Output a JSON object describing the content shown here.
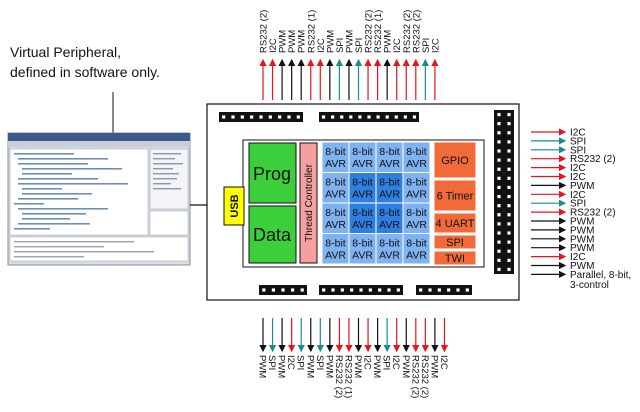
{
  "annotation": {
    "line1": "Virtual Peripheral,",
    "line2": "defined in software only."
  },
  "board": {
    "usb_label": "USB",
    "prog_label": "Prog",
    "data_label": "Data",
    "thread_controller_label": "Thread Controller",
    "avr_cells": [
      {
        "top": "8-bit",
        "bottom": "AVR",
        "shade": "light"
      },
      {
        "top": "8-bit",
        "bottom": "AVR",
        "shade": "light"
      },
      {
        "top": "8-bit",
        "bottom": "AVR",
        "shade": "light"
      },
      {
        "top": "8-bit",
        "bottom": "AVR",
        "shade": "light"
      },
      {
        "top": "8-bit",
        "bottom": "AVR",
        "shade": "light"
      },
      {
        "top": "8-bit",
        "bottom": "AVR",
        "shade": "dark"
      },
      {
        "top": "8-bit",
        "bottom": "AVR",
        "shade": "dark"
      },
      {
        "top": "8-bit",
        "bottom": "AVR",
        "shade": "light"
      },
      {
        "top": "8-bit",
        "bottom": "AVR",
        "shade": "light"
      },
      {
        "top": "8-bit",
        "bottom": "AVR",
        "shade": "dark"
      },
      {
        "top": "8-bit",
        "bottom": "AVR",
        "shade": "dark"
      },
      {
        "top": "8-bit",
        "bottom": "AVR",
        "shade": "light"
      },
      {
        "top": "8-bit",
        "bottom": "AVR",
        "shade": "light"
      },
      {
        "top": "8-bit",
        "bottom": "AVR",
        "shade": "light"
      },
      {
        "top": "8-bit",
        "bottom": "AVR",
        "shade": "light"
      },
      {
        "top": "8-bit",
        "bottom": "AVR",
        "shade": "light"
      }
    ],
    "peripherals": [
      "GPIO",
      "6 Timer",
      "4 UART",
      "SPI",
      "TWI"
    ]
  },
  "top_pins": [
    {
      "label": "RS232 (2)",
      "color": "red"
    },
    {
      "label": "I2C",
      "color": "red"
    },
    {
      "label": "PWM",
      "color": "black"
    },
    {
      "label": "PWM",
      "color": "black"
    },
    {
      "label": "PWM",
      "color": "black"
    },
    {
      "label": "RS232 (1)",
      "color": "red"
    },
    {
      "label": "I2C",
      "color": "red"
    },
    {
      "label": "PWM",
      "color": "black"
    },
    {
      "label": "SPI",
      "color": "teal"
    },
    {
      "label": "PWM",
      "color": "black"
    },
    {
      "label": "SPI",
      "color": "teal"
    },
    {
      "label": "RS232 (2)",
      "color": "red"
    },
    {
      "label": "RS232 (1)",
      "color": "red"
    },
    {
      "label": "PWM",
      "color": "black"
    },
    {
      "label": "I2C",
      "color": "red"
    },
    {
      "label": "RS232 (2)",
      "color": "red"
    },
    {
      "label": "RS232 (2)",
      "color": "red"
    },
    {
      "label": "SPI",
      "color": "teal"
    },
    {
      "label": "I2C",
      "color": "red"
    }
  ],
  "right_pins": [
    {
      "label": "I2C",
      "color": "red"
    },
    {
      "label": "SPI",
      "color": "teal"
    },
    {
      "label": "SPI",
      "color": "teal"
    },
    {
      "label": "RS232 (2)",
      "color": "red"
    },
    {
      "label": "I2C",
      "color": "red"
    },
    {
      "label": "I2C",
      "color": "red"
    },
    {
      "label": "PWM",
      "color": "black"
    },
    {
      "label": "I2C",
      "color": "red"
    },
    {
      "label": "SPI",
      "color": "teal"
    },
    {
      "label": "RS232 (2)",
      "color": "red"
    },
    {
      "label": "PWM",
      "color": "black"
    },
    {
      "label": "PWM",
      "color": "black"
    },
    {
      "label": "PWM",
      "color": "black"
    },
    {
      "label": "PWM",
      "color": "black"
    },
    {
      "label": "I2C",
      "color": "red"
    },
    {
      "label": "PWM",
      "color": "black"
    },
    {
      "label": "Parallel, 8-bit,",
      "color": "black"
    }
  ],
  "right_pins_extra_line": "3-control",
  "bottom_pins": [
    {
      "label": "PWM",
      "color": "black"
    },
    {
      "label": "SPI",
      "color": "teal"
    },
    {
      "label": "PWM",
      "color": "black"
    },
    {
      "label": "I2C",
      "color": "red"
    },
    {
      "label": "SPI",
      "color": "teal"
    },
    {
      "label": "PWM",
      "color": "black"
    },
    {
      "label": "SPI",
      "color": "teal"
    },
    {
      "label": "PWM",
      "color": "black"
    },
    {
      "label": "RS232 (2)",
      "color": "red"
    },
    {
      "label": "RS232 (1)",
      "color": "red"
    },
    {
      "label": "PWM",
      "color": "black"
    },
    {
      "label": "I2C",
      "color": "red"
    },
    {
      "label": "PWM",
      "color": "black"
    },
    {
      "label": "SPI",
      "color": "teal"
    },
    {
      "label": "I2C",
      "color": "red"
    },
    {
      "label": "PWM",
      "color": "black"
    },
    {
      "label": "RS232 (2)",
      "color": "red"
    },
    {
      "label": "RS232 (2)",
      "color": "red"
    },
    {
      "label": "PWM",
      "color": "black"
    },
    {
      "label": "I2C",
      "color": "red"
    }
  ],
  "colors": {
    "red": "#e8131b",
    "teal": "#1a8c8c",
    "black": "#111111",
    "green": "#3ccf3c",
    "avr_light": "#7fb2f0",
    "avr_dark": "#2f7fe0",
    "orange": "#f06a3a",
    "pink": "#f4a0a0",
    "usb": "#ffff00"
  }
}
